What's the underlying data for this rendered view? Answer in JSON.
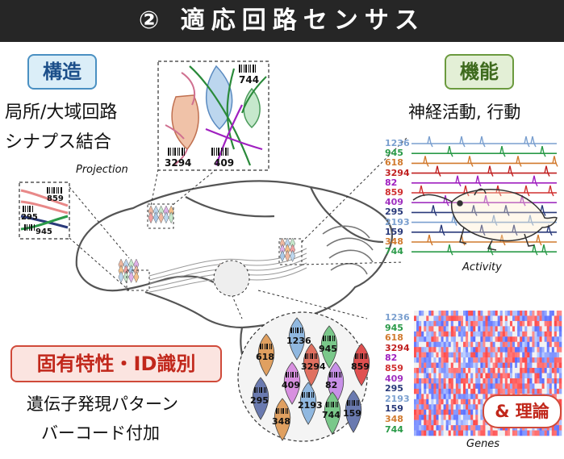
{
  "banner": {
    "title": "② 適応回路センサス"
  },
  "structure": {
    "tag": "構造",
    "line1": "局所/大域回路",
    "line2": "シナプス結合",
    "projection_label": "Projection"
  },
  "function": {
    "tag": "機能",
    "desc": "神経活動, 行動",
    "activity_label": "Activity"
  },
  "identity": {
    "tag": "固有特性・ID識別",
    "line1": "遺伝子発現パターン",
    "line2": "バーコード付加"
  },
  "genes_label": "Genes",
  "theory_badge": "& 理論",
  "cell_ids": [
    {
      "id": "1236",
      "color": "#7a9fcf"
    },
    {
      "id": "945",
      "color": "#2a9a48"
    },
    {
      "id": "618",
      "color": "#d17a2e"
    },
    {
      "id": "3294",
      "color": "#c02020"
    },
    {
      "id": "82",
      "color": "#a020c0"
    },
    {
      "id": "859",
      "color": "#d03030"
    },
    {
      "id": "409",
      "color": "#a030c0"
    },
    {
      "id": "295",
      "color": "#2a3a7a"
    },
    {
      "id": "2193",
      "color": "#7a9fcf"
    },
    {
      "id": "159",
      "color": "#2a3a7a"
    },
    {
      "id": "348",
      "color": "#d17a2e"
    },
    {
      "id": "744",
      "color": "#2a9a48"
    }
  ],
  "inset_projection": {
    "labels": [
      "744",
      "3294",
      "409"
    ]
  },
  "inset_local": {
    "labels": [
      "859",
      "295",
      "945"
    ]
  },
  "cluster_cells": [
    "618",
    "1236",
    "945",
    "3294",
    "859",
    "295",
    "409",
    "82",
    "348",
    "2193",
    "744",
    "159"
  ]
}
